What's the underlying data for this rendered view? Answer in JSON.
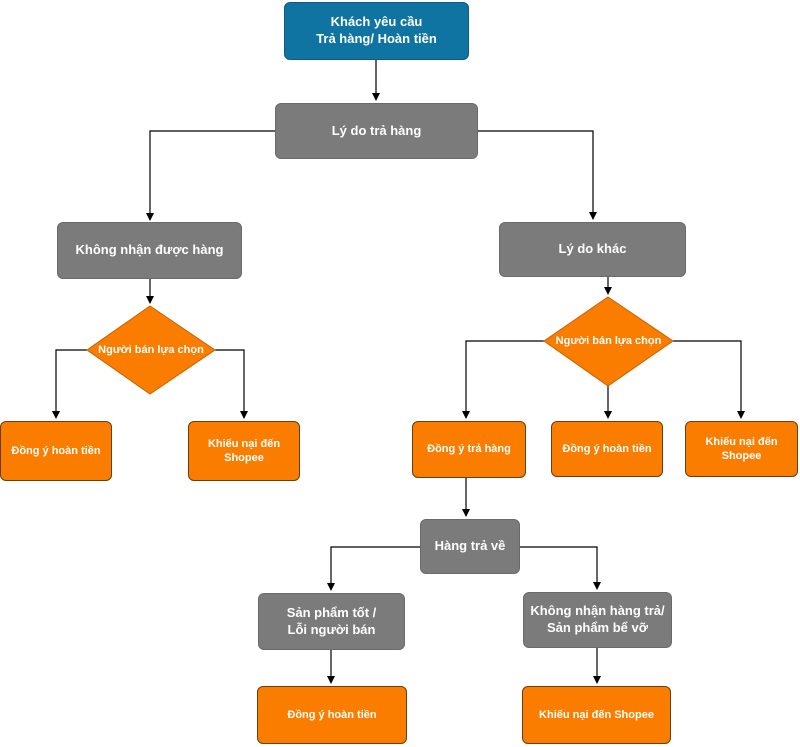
{
  "colors": {
    "start": "#0f74a1",
    "process": "#7b7b7b",
    "decision": "#fa7d00",
    "outcome": "#fa7d00",
    "outcome_border": "#6b3d12",
    "connector": "#000000",
    "text": "#ffffff"
  },
  "nodes": {
    "start": "Khách yêu cầu\nTrả hàng/ Hoàn tiền",
    "reason": "Lý do trả hàng",
    "not_received": "Không nhận được hàng",
    "other_reason": "Lý do khác",
    "decision_left": "Người bán lựa chọn",
    "decision_right": "Người bán lựa chọn",
    "left_refund": "Đồng ý hoàn tiền",
    "left_complain": "Khiếu nại đến\nShopee",
    "agree_return": "Đồng ý trả hàng",
    "right_refund": "Đồng ý hoàn tiền",
    "right_complain": "Khiếu nại đến\nShopee",
    "returned_goods": "Hàng trả về",
    "good_product": "Sản phẩm tốt /\nLỗi người bán",
    "not_received_return": "Không nhận hàng trả/\nSản phẩm bể vỡ",
    "final_refund": "Đồng ý hoàn tiền",
    "final_complain": "Khiếu nại đến Shopee"
  }
}
